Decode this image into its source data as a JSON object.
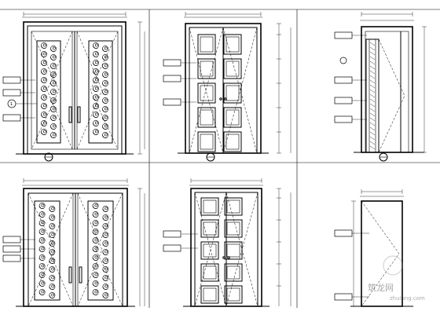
{
  "panels": [
    {
      "id": "A",
      "caption": "",
      "top_dim": "",
      "tags": [
        "",
        "",
        "",
        ""
      ],
      "height_dims": [],
      "callout_number": "1"
    },
    {
      "id": "B",
      "caption": "",
      "top_dim": "",
      "tags": [
        "",
        "",
        "",
        ""
      ],
      "height_dims": [
        "",
        "",
        "",
        "",
        ""
      ],
      "callout_number": ""
    },
    {
      "id": "C",
      "caption": "",
      "top_dim": "",
      "tags": [
        "",
        "",
        "",
        ""
      ],
      "height_dims": [],
      "callout_number": ""
    },
    {
      "id": "D",
      "caption": "",
      "top_dim": "",
      "tags": [
        "",
        "",
        "",
        ""
      ],
      "height_dims": [],
      "callout_number": ""
    },
    {
      "id": "E",
      "caption": "",
      "top_dim": "",
      "tags": [
        "",
        "",
        "",
        ""
      ],
      "height_dims": [
        "",
        "",
        "",
        "",
        ""
      ],
      "callout_number": ""
    },
    {
      "id": "F",
      "caption": "",
      "top_dim": "",
      "tags": [
        "",
        ""
      ],
      "height_dims": [],
      "callout_number": ""
    }
  ],
  "watermark": {
    "brand": "zhulong.com",
    "chinese": "筑龙网"
  }
}
